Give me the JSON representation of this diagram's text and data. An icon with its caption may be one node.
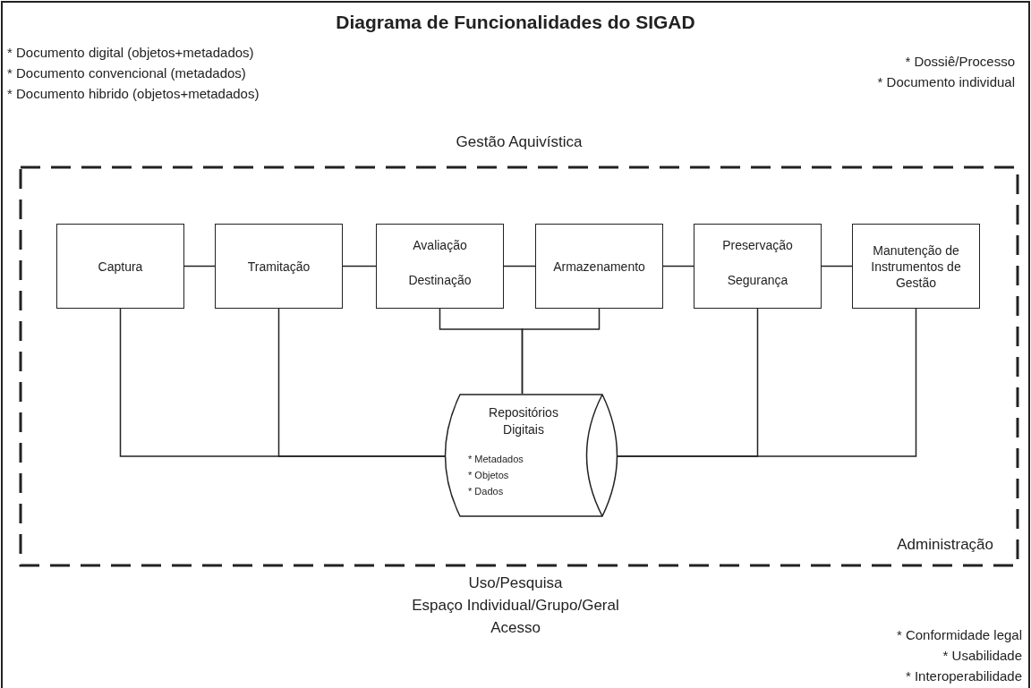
{
  "diagram": {
    "title": "Diagrama de Funcionalidades do SIGAD",
    "nodes": [
      {
        "text": [
          "Gestão Aquivística",
          "Administração"
        ]
      },
      {
        "text": [
          "Captura"
        ],
        "in": 0
      },
      {
        "text": [
          "Tramitação"
        ],
        "in": 0
      },
      {
        "text": [
          "Avaliação",
          "Destinação"
        ],
        "in": 0
      },
      {
        "text": [
          "Armazenamento"
        ],
        "in": 0
      },
      {
        "text": [
          "Preservação",
          "Segurança"
        ],
        "in": 0
      },
      {
        "text": [
          "Manutenção de Instrumentos de Gestão"
        ],
        "in": 0
      },
      {
        "text": [
          "Repositórios Digitais",
          "* Metadados",
          "* Objetos",
          "* Dados"
        ],
        "in": 0
      }
    ],
    "edges": [
      {
        "from": 1,
        "to": 2,
        "arrow": "none"
      },
      {
        "from": 2,
        "to": 3,
        "arrow": "none"
      },
      {
        "from": 3,
        "to": 4,
        "arrow": "none"
      },
      {
        "from": 4,
        "to": 5,
        "arrow": "none"
      },
      {
        "from": 5,
        "to": 6,
        "arrow": "none"
      },
      {
        "from": 1,
        "to": 7,
        "arrow": "none"
      },
      {
        "from": 2,
        "to": 7,
        "arrow": "none"
      },
      {
        "from": 3,
        "to": 7,
        "arrow": "none"
      },
      {
        "from": 4,
        "to": 7,
        "arrow": "none"
      },
      {
        "from": 5,
        "to": 7,
        "arrow": "none"
      },
      {
        "from": 6,
        "to": 7,
        "arrow": "none"
      }
    ],
    "labels": [
      "* Documento digital (objetos+metadados)",
      "* Documento convencional (metadados)",
      "* Documento hibrido (objetos+metadados)",
      "* Dossiê/Processo",
      "* Documento individual",
      "Uso/Pesquisa",
      "Espaço Individual/Grupo/Geral",
      "Acesso",
      "* Conformidade legal",
      "* Usabilidade",
      "* Interoperabilidade"
    ]
  }
}
